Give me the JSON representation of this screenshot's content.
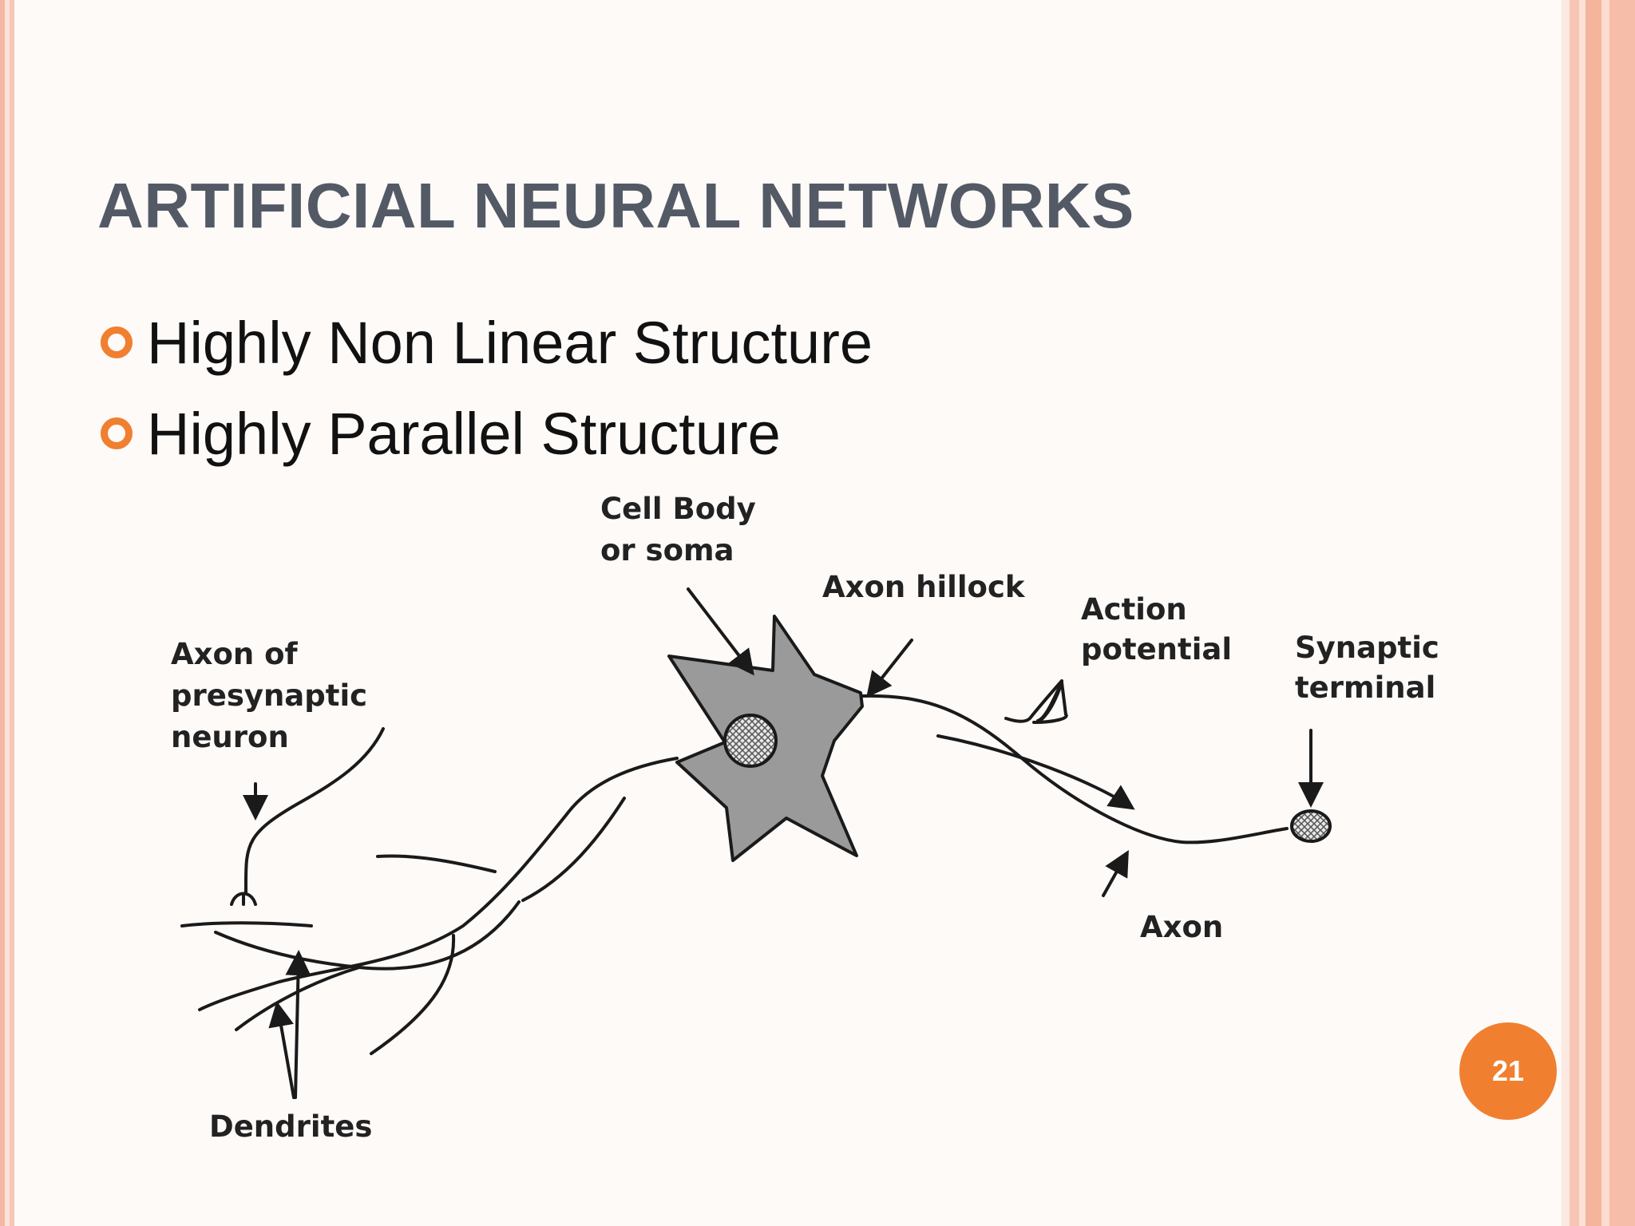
{
  "slide": {
    "title": "ARTIFICIAL NEURAL NETWORKS",
    "bullets": [
      {
        "text": "Highly Non Linear Structure"
      },
      {
        "text": "Highly Parallel Structure"
      }
    ],
    "page_number": "21"
  },
  "diagram": {
    "labels": {
      "cell_body_line1": "Cell Body",
      "cell_body_line2": "or soma",
      "axon_hillock": "Axon hillock",
      "action_line1": "Action",
      "action_line2": "potential",
      "synaptic_line1": "Synaptic",
      "synaptic_line2": "terminal",
      "presyn_line1": "Axon of",
      "presyn_line2": "presynaptic",
      "presyn_line3": "neuron",
      "axon": "Axon",
      "dendrites": "Dendrites"
    }
  },
  "colors": {
    "accent": "#f07f30",
    "title": "#535a66",
    "soma_fill": "#9a9a9a"
  }
}
